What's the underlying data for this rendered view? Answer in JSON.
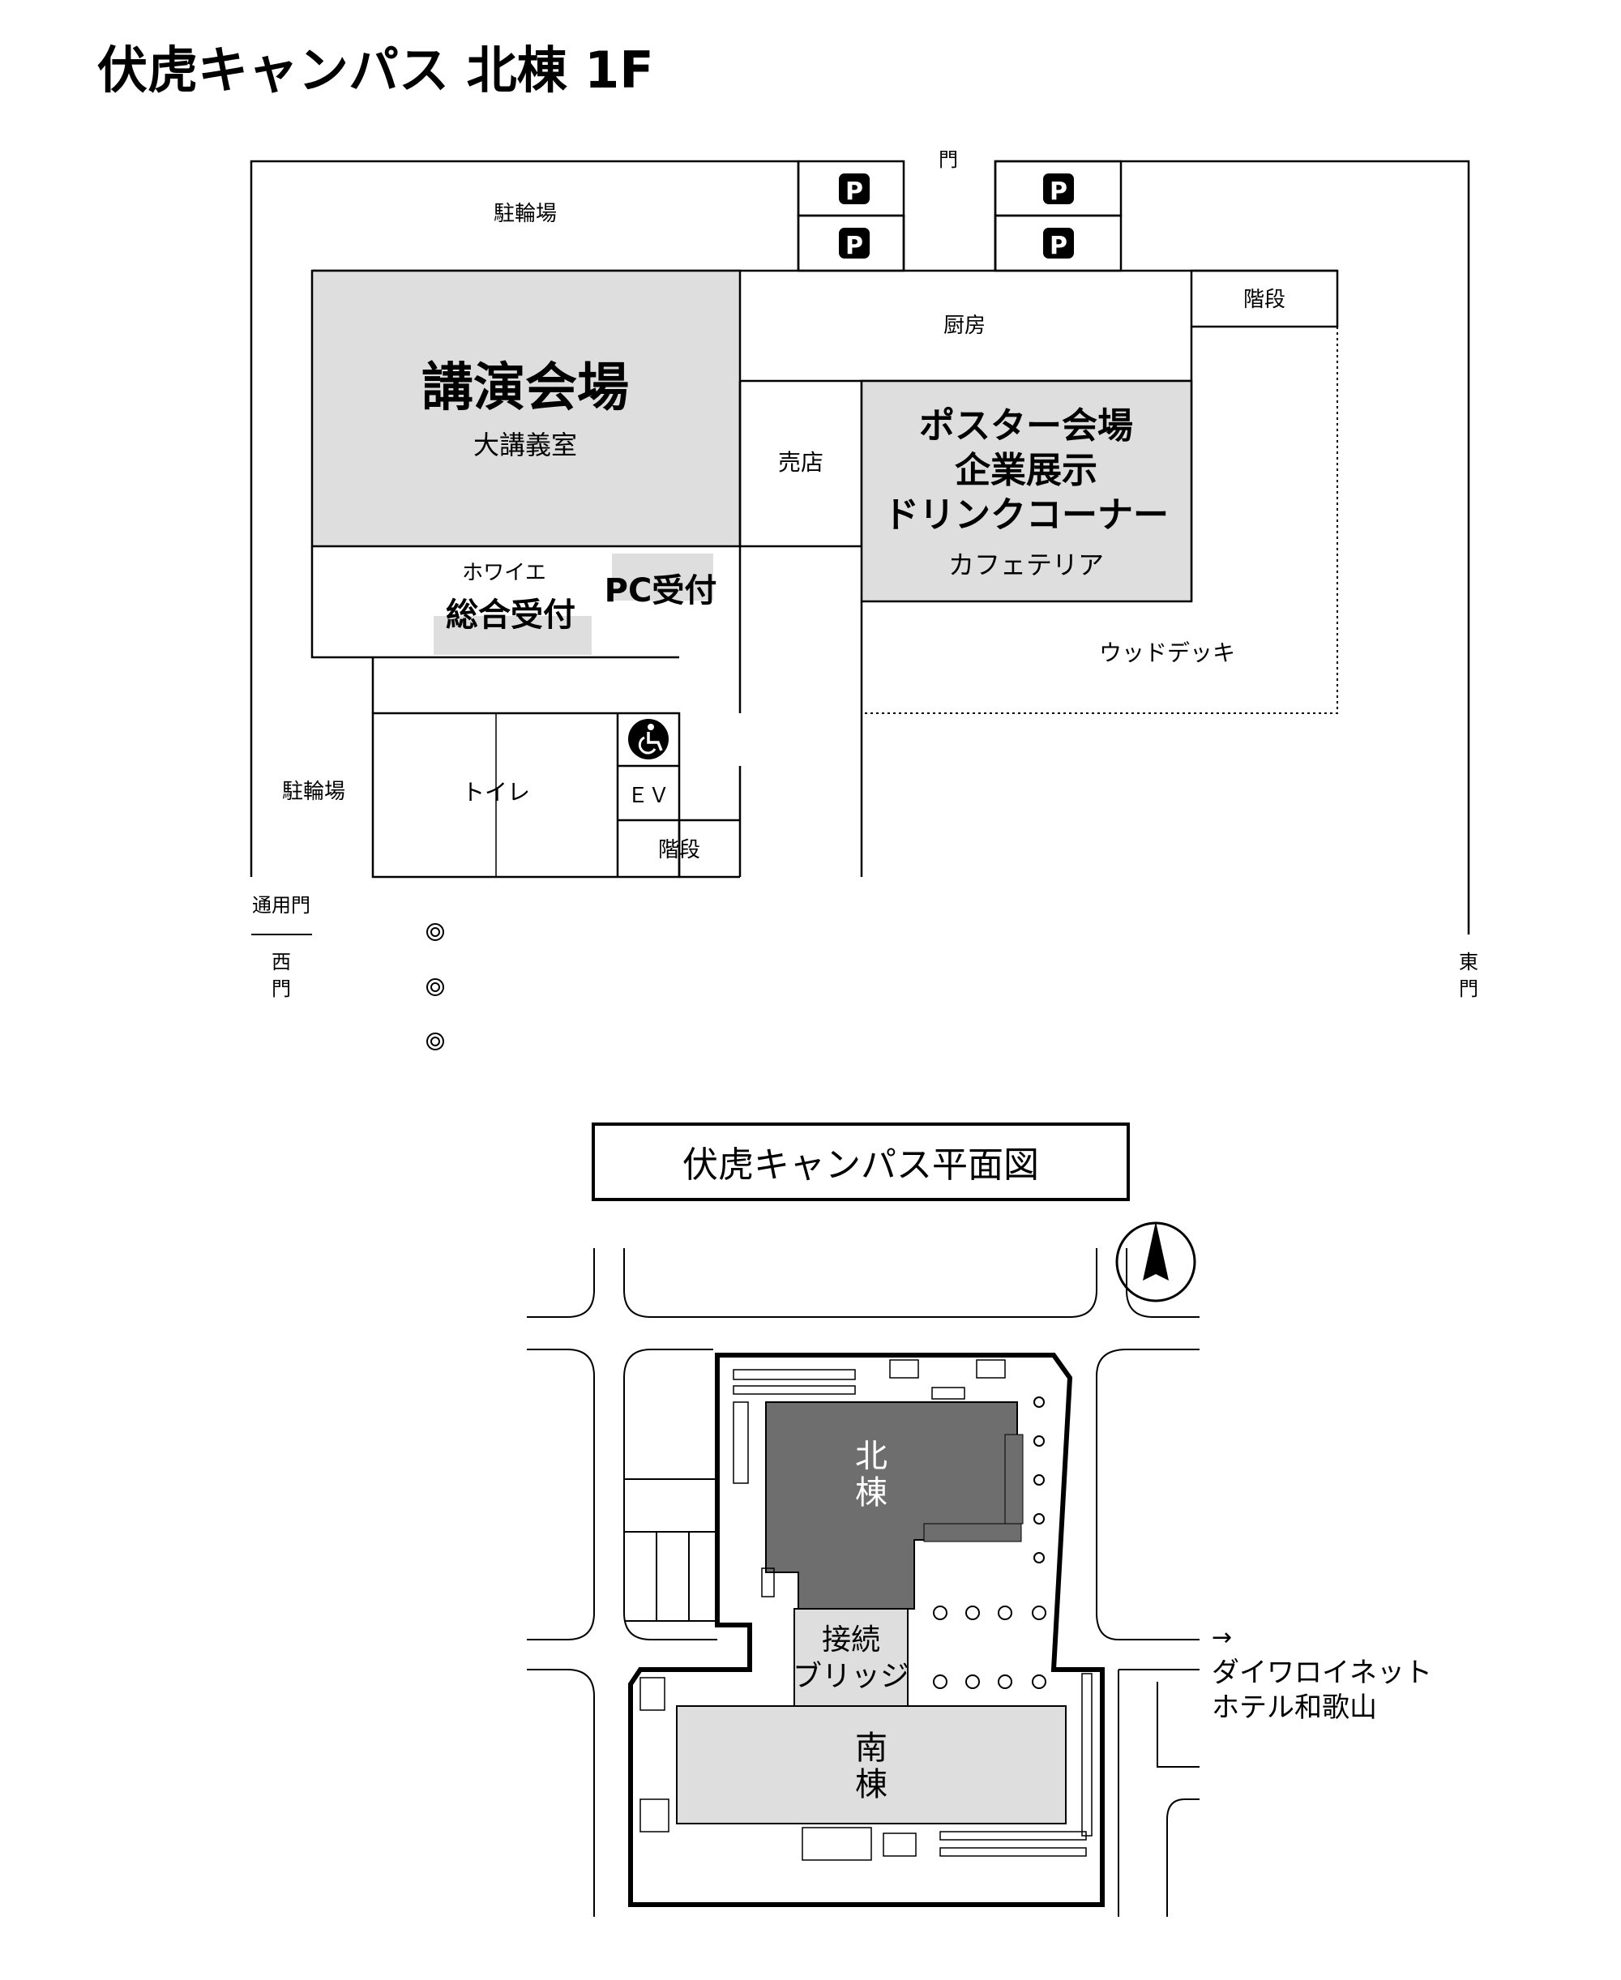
{
  "page_title": "伏虎キャンパス 北棟 1F",
  "floor_plan": {
    "gate_top": "門",
    "bicycle_parking_top": "駐輪場",
    "bicycle_parking_left": "駐輪場",
    "parking_symbol": "P",
    "stairs_1": "階段",
    "stairs_2": "階段",
    "kitchen": "厨房",
    "lecture_hall_title": "講演会場",
    "lecture_hall_sub": "大講義室",
    "shop": "売店",
    "poster_line1": "ポスター会場",
    "poster_line2": "企業展示",
    "poster_line3": "ドリンクコーナー",
    "poster_sub": "カフェテリア",
    "foyer": "ホワイエ",
    "general_reception": "総合受付",
    "pc_reception": "PC受付",
    "wood_deck": "ウッドデッキ",
    "toilet": "トイレ",
    "ev": "ＥＶ",
    "service_gate": "通用門",
    "west_gate_1": "西",
    "west_gate_2": "門",
    "east_gate_1": "東",
    "east_gate_2": "門"
  },
  "campus_map": {
    "title": "伏虎キャンパス平面図",
    "north_building_1": "北",
    "north_building_2": "棟",
    "bridge_1": "接続",
    "bridge_2": "ブリッジ",
    "south_building_1": "南",
    "south_building_2": "棟",
    "hotel_arrow": "→",
    "hotel_1": "ダイワロイネット",
    "hotel_2": "ホテル和歌山"
  },
  "colors": {
    "highlight_gray": "#dedede",
    "north_building": "#6e6e6e",
    "line": "#000000"
  }
}
